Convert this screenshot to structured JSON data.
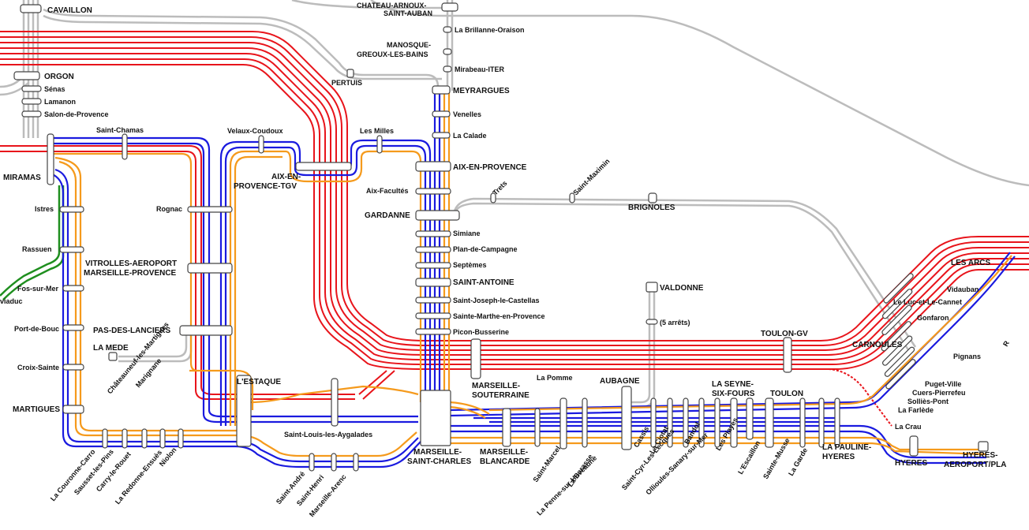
{
  "colors": {
    "ter_red": "#e8141b",
    "ter_blue": "#1a1adf",
    "ter_orange": "#f59a1c",
    "ter_grey": "#bcbcbc",
    "ter_green": "#1f8f1f"
  },
  "stations": {
    "cavaillon": "CAVAILLON",
    "orgon": "ORGON",
    "senas": "Sénas",
    "lamanon": "Lamanon",
    "salon": "Salon-de-Provence",
    "saint_chamas": "Saint-Chamas",
    "miramas": "MIRAMAS",
    "istres": "Istres",
    "rassuen": "Rassuen",
    "fos": "Fos-sur-Mer",
    "port_de_bouc": "Port-de-Bouc",
    "croix_sainte": "Croix-Sainte",
    "martigues": "MARTIGUES",
    "viaduc": "viaduc",
    "rognac": "Rognac",
    "vitrolles_1": "VITROLLES-AEROPORT",
    "vitrolles_2": "MARSEILLE-PROVENCE",
    "pas_des_lanciers": "PAS-DES-LANCIERS",
    "la_mede": "LA MEDE",
    "chateauneuf": "Châteauneuf-les-Martigues",
    "marignane": "Marignane",
    "velaux": "Velaux-Coudoux",
    "aix_tgv_1": "AIX-EN-",
    "aix_tgv_2": "PROVENCE-TGV",
    "les_milles": "Les Milles",
    "pertuis": "PERTUIS",
    "chateau_arnoux_1": "CHATEAU-ARNOUX-",
    "chateau_arnoux_2": "SAINT-AUBAN",
    "la_brillanne": "La Brillanne-Oraison",
    "manosque_1": "MANOSQUE-",
    "manosque_2": "GREOUX-LES-BAINS",
    "mirabeau": "Mirabeau-ITER",
    "meyrargues": "MEYRARGUES",
    "venelles": "Venelles",
    "la_calade": "La Calade",
    "aix_en_provence": "AIX-EN-PROVENCE",
    "aix_facultes": "Aix-Facultés",
    "gardanne": "GARDANNE",
    "simiane": "Simiane",
    "plan_de_campagne": "Plan-de-Campagne",
    "septemes": "Septèmes",
    "saint_antoine": "SAINT-ANTOINE",
    "saint_joseph": "Saint-Joseph-le-Castellas",
    "sainte_marthe": "Sainte-Marthe-en-Provence",
    "picon": "Picon-Busserine",
    "trets": "Trets",
    "saint_maximin": "Saint-Maximin",
    "brignoles": "BRIGNOLES",
    "valdonne": "VALDONNE",
    "arrets": "(5 arrêts)",
    "lestaque": "L'ESTAQUE",
    "saint_louis": "Saint-Louis-les-Aygalades",
    "marseille_sc_1": "MARSEILLE-",
    "marseille_sc_2": "SAINT-CHARLES",
    "marseille_souterraine_1": "MARSEILLE-",
    "marseille_souterraine_2": "SOUTERRAINE",
    "la_pomme": "La Pomme",
    "aubagne": "AUBAGNE",
    "blancarde_1": "MARSEILLE-",
    "blancarde_2": "BLANCARDE",
    "la_seyne_1": "LA SEYNE-",
    "la_seyne_2": "SIX-FOURS",
    "toulon": "TOULON",
    "toulon_gv": "TOULON-GV",
    "carnoules": "CARNOULES",
    "les_arcs": "LES ARCS",
    "vidauban": "Vidauban",
    "le_luc": "Le Luc-et-Le-Cannet",
    "gonfaron": "Gonfaron",
    "pignans": "Pignans",
    "puget_ville": "Puget-Ville",
    "cuers": "Cuers-Pierrefeu",
    "solliès": "Solliès-Pont",
    "la_farlede": "La Farlède",
    "la_crau": "La Crau",
    "la_pauline_1": "LA PAULINE-",
    "la_pauline_2": "HYERES",
    "hyeres": "HYERES",
    "hyeres_aero_1": "HYERES-",
    "hyeres_aero_2": "AEROPORT/PLA",
    "la_couronne": "La Couronne-Carro",
    "sausset": "Sausset-les-Pins",
    "carry": "Carry-le-Rouet",
    "redonne": "La Redonne-Ensuès",
    "niolon": "Niolon",
    "saint_andre": "Saint-André",
    "saint_henri": "Saint-Henri",
    "marseille_arenc": "Marseille-Arenc",
    "saint_marcel": "Saint-Marcel",
    "la_barasse": "La Barasse",
    "la_penne": "La Penne-sur-Huveaune",
    "cassis": "Cassis",
    "la_ciotat": "La Ciotat",
    "saint_cyr": "Saint-Cyr-Les-Lecques",
    "bandol": "Bandol",
    "ollioules": "Ollioules-Sanary-sur-Mer",
    "les_playes": "Les Playes",
    "lescaillon": "L'Escaillon",
    "sainte_musse": "Sainte-Musse",
    "la_garde": "La Garde",
    "r_edge": "R"
  }
}
